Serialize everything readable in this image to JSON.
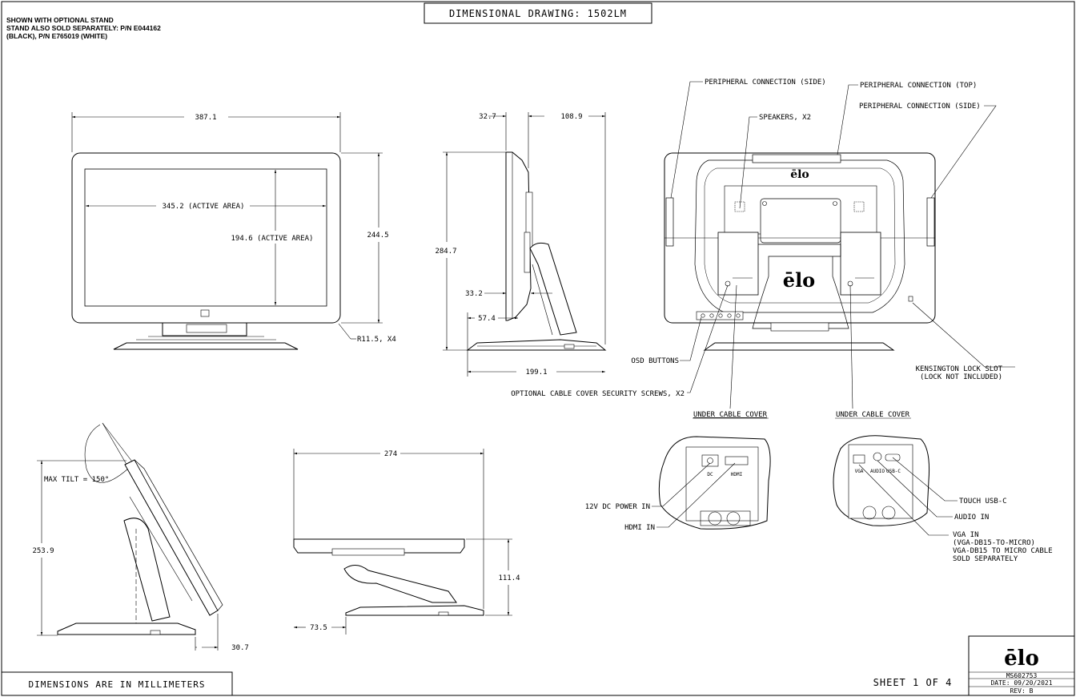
{
  "header": {
    "note_lines": [
      "SHOWN WITH OPTIONAL STAND",
      "STAND ALSO SOLD SEPARATELY: P/N E044162",
      "(BLACK), P/N E765019 (WHITE)"
    ],
    "title": "DIMENSIONAL DRAWING: 1502LM"
  },
  "front_view": {
    "width": "387.1",
    "active_width": "345.2 (ACTIVE AREA)",
    "active_height": "194.6 (ACTIVE AREA)",
    "height": "244.5",
    "corner_radius": "R11.5, X4"
  },
  "side_view": {
    "depth_top_left": "32.7",
    "depth_top_right": "108.9",
    "height": "284.7",
    "mid_depth": "33.2",
    "base_offset": "57.4",
    "base_depth": "199.1"
  },
  "rear_view": {
    "callouts": {
      "peripheral_side_left": "PERIPHERAL CONNECTION (SIDE)",
      "peripheral_top": "PERIPHERAL CONNECTION (TOP)",
      "peripheral_side_right": "PERIPHERAL CONNECTION (SIDE)",
      "speakers": "SPEAKERS, X2",
      "osd_buttons": "OSD BUTTONS",
      "security_screws": "OPTIONAL CABLE COVER SECURITY SCREWS, X2",
      "kensington_1": "KENSINGTON LOCK SLOT",
      "kensington_2": "(LOCK NOT INCLUDED)"
    },
    "logo": "ēlo"
  },
  "detail_left": {
    "title": "UNDER CABLE COVER",
    "power": "12V DC POWER IN",
    "hdmi": "HDMI IN",
    "port_labels": [
      "DC",
      "HDMI"
    ]
  },
  "detail_right": {
    "title": "UNDER CABLE COVER",
    "touch": "TOUCH USB-C",
    "audio": "AUDIO IN",
    "vga_lines": [
      "VGA IN",
      "(VGA-DB15-TO-MICRO)",
      "VGA-DB15 TO MICRO CABLE",
      "SOLD SEPARATELY"
    ],
    "port_labels": [
      "VGA",
      "AUDIO",
      "USB-C"
    ]
  },
  "tilt_view": {
    "max_tilt": "MAX TILT = 150°",
    "height": "253.9",
    "offset": "30.7"
  },
  "flat_view": {
    "depth": "274",
    "height": "111.4",
    "base_offset": "73.5"
  },
  "footer": {
    "units_note": "DIMENSIONS ARE IN MILLIMETERS",
    "sheet": "SHEET 1 OF 4",
    "logo": "ēlo",
    "doc_number": "MS602753",
    "date": "DATE: 09/20/2021",
    "rev": "REV: B"
  }
}
